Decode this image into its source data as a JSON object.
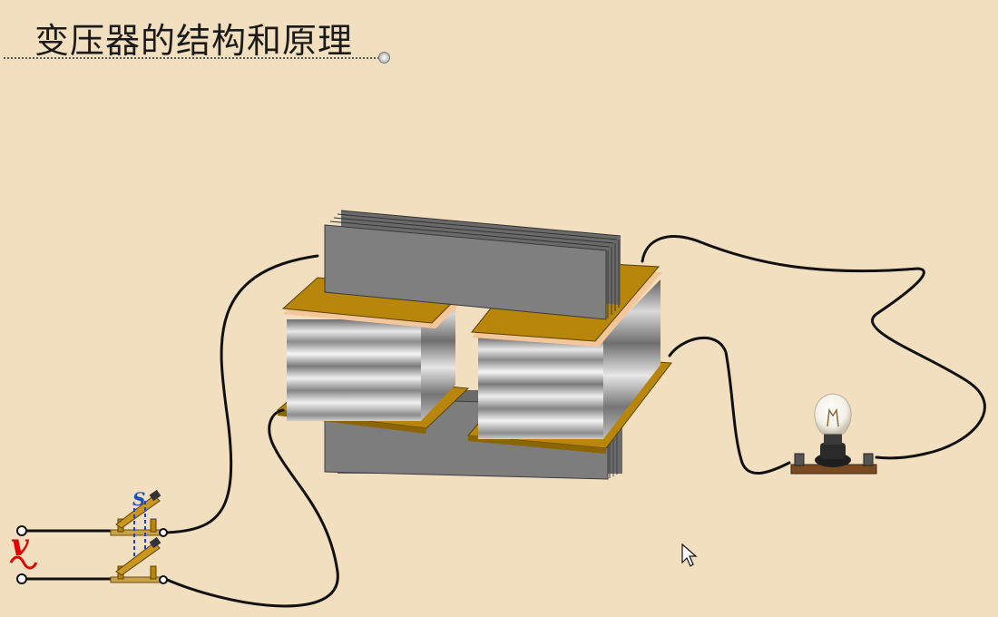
{
  "slide": {
    "title": "变压器的结构和原理"
  },
  "labels": {
    "switch": "S",
    "source": "v"
  },
  "colors": {
    "background": "#f2dfc0",
    "core": "#7d7d7d",
    "insulation_board": "#b8860b",
    "wire": "#111111",
    "source_label": "#e00000",
    "switch_label": "#1a4fbf"
  },
  "icons": {
    "cursor": "mouse-pointer-icon",
    "lamp": "light-bulb-icon"
  }
}
